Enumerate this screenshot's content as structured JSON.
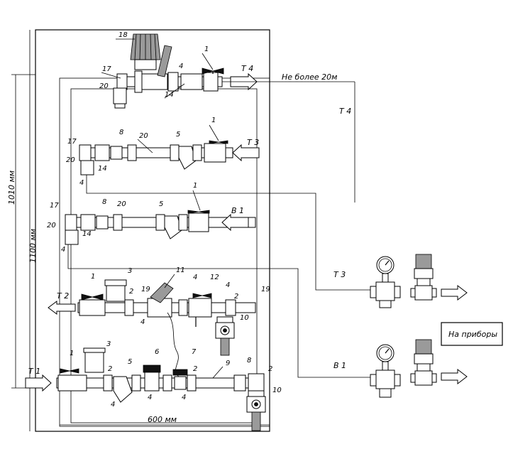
{
  "labels": {
    "t4_arrow": "T 4",
    "t4_line": "T 4",
    "t3_arrow": "T 3",
    "t3_line": "T 3",
    "b1_arrow": "B 1",
    "b1_line": "B 1",
    "t2": "T 2",
    "t1": "T 1",
    "max_length": "Не более 20м",
    "devices": "На приборы"
  },
  "dimensions": {
    "width": "600 мм",
    "height_1010": "1010 мм",
    "height_1100": "1100 мм"
  },
  "callouts": {
    "c18": "18",
    "c1_top": "1",
    "c17_top": "17",
    "c20_top": "20",
    "c4_top": "4",
    "c14_top": "14",
    "c8_t3": "8",
    "c20_t3": "20",
    "c5_t3": "5",
    "c1_t3": "1",
    "c17_t3": "17",
    "c20b_t3": "20",
    "c14_t3": "14",
    "c4_t3": "4",
    "c8_b1": "8",
    "c20_b1": "20",
    "c5_b1": "5",
    "c1_b1": "1",
    "c17_b1": "17",
    "c20b_b1": "20",
    "c14_b1": "14",
    "c4_b1": "4",
    "c1_t2": "1",
    "c3_t2": "3",
    "c2_t2": "2",
    "c19_t2": "19",
    "c11": "11",
    "c4a_t2": "4",
    "c12": "12",
    "c4b_t2": "4",
    "c2b_t2": "2",
    "c19b_t2": "19",
    "c4c_t2": "4",
    "c10_t2": "10",
    "c1_t1": "1",
    "c3_t1": "3",
    "c2_t1": "2",
    "c5_t1": "5",
    "c6": "6",
    "c7": "7",
    "c8_t1": "8",
    "c9": "9",
    "c2b_t1": "2",
    "c4a_t1": "4",
    "c4b_t1": "4",
    "c4c_t1": "4",
    "c2c_t1": "2",
    "c10_t1": "10"
  }
}
